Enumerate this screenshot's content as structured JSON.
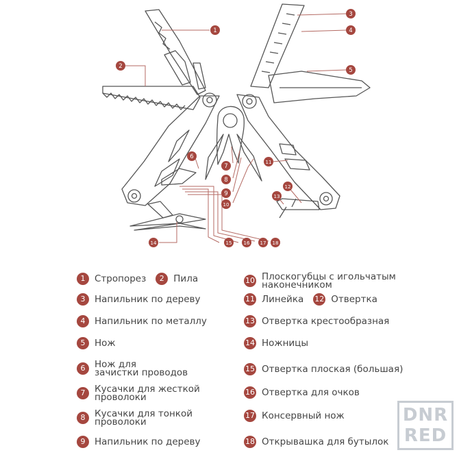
{
  "callouts": [
    {
      "n": "1"
    },
    {
      "n": "2"
    },
    {
      "n": "3"
    },
    {
      "n": "4"
    },
    {
      "n": "5"
    },
    {
      "n": "6"
    },
    {
      "n": "7"
    },
    {
      "n": "8"
    },
    {
      "n": "9"
    },
    {
      "n": "10"
    },
    {
      "n": "11"
    },
    {
      "n": "12"
    },
    {
      "n": "13"
    },
    {
      "n": "14"
    },
    {
      "n": "15"
    },
    {
      "n": "16"
    },
    {
      "n": "17"
    },
    {
      "n": "18"
    }
  ],
  "legend": [
    {
      "n": "1",
      "text": "Стропорез"
    },
    {
      "n": "2",
      "text": "Пила"
    },
    {
      "n": "3",
      "text": "Напильник по дереву"
    },
    {
      "n": "4",
      "text": "Напильник по металлу"
    },
    {
      "n": "5",
      "text": "Нож"
    },
    {
      "n": "6",
      "text": "Нож для\nзачистки проводов"
    },
    {
      "n": "7",
      "text": "Кусачки для жесткой\nпроволоки"
    },
    {
      "n": "8",
      "text": "Кусачки для тонкой\nпроволоки"
    },
    {
      "n": "9",
      "text": "Напильник по дереву"
    },
    {
      "n": "10",
      "text": "Плоскогубцы с игольчатым\nнаконечником"
    },
    {
      "n": "11",
      "text": "Линейка"
    },
    {
      "n": "12",
      "text": "Отвертка"
    },
    {
      "n": "13",
      "text": "Отвертка крестообразная"
    },
    {
      "n": "14",
      "text": "Ножницы"
    },
    {
      "n": "15",
      "text": "Отвертка плоская (большая)"
    },
    {
      "n": "16",
      "text": "Отвертка для очков"
    },
    {
      "n": "17",
      "text": "Консервный нож"
    },
    {
      "n": "18",
      "text": "Открывашка для бутылок"
    }
  ],
  "watermark": {
    "line1": "DNR",
    "line2": "RED"
  },
  "colors": {
    "accent": "#a5473f",
    "line": "#555555",
    "text": "#444444"
  }
}
